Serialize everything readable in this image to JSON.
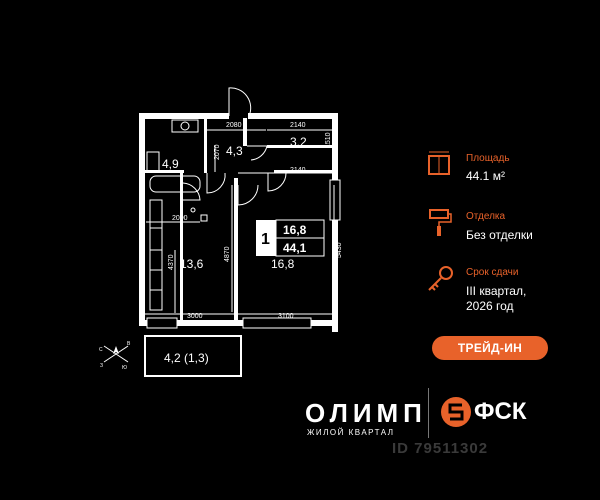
{
  "plan": {
    "rooms_count": "1",
    "badge_living": "16,8",
    "badge_total": "44,1",
    "areas": {
      "bath": "4,9",
      "hall": "4,3",
      "wardrobe": "3,2",
      "kitchen": "13,6",
      "room": "16,8",
      "balcony": "4,2 (1,3)"
    },
    "dims": {
      "d2080": "2080",
      "d2140_top": "2140",
      "d1510": "1510",
      "d2070": "2070",
      "d2140_mid": "2140",
      "d2000": "2000",
      "d4370": "4370",
      "d4870": "4870",
      "d5430": "5430",
      "d3000": "3000",
      "d3100": "3100"
    },
    "compass": {
      "n": "С",
      "s": "Ю",
      "w": "З",
      "e": "В"
    }
  },
  "info": {
    "area_label": "Площадь",
    "area_value": "44.1 м²",
    "finish_label": "Отделка",
    "finish_value": "Без отделки",
    "term_label": "Срок сдачи",
    "term_value_1": "III квартал,",
    "term_value_2": "2026 год",
    "icons": [
      "floor-plan-icon",
      "paint-roller-icon",
      "key-icon"
    ]
  },
  "badge": {
    "label": "ТРЕЙД-ИН"
  },
  "brand": {
    "name": "ОЛИМП",
    "tagline": "ЖИЛОЙ КВАРТАЛ",
    "developer": "ФСК"
  },
  "watermark": {
    "text": "ID 79511302"
  },
  "colors": {
    "accent": "#e8622a",
    "background": "#000000",
    "lines": "#ffffff"
  }
}
